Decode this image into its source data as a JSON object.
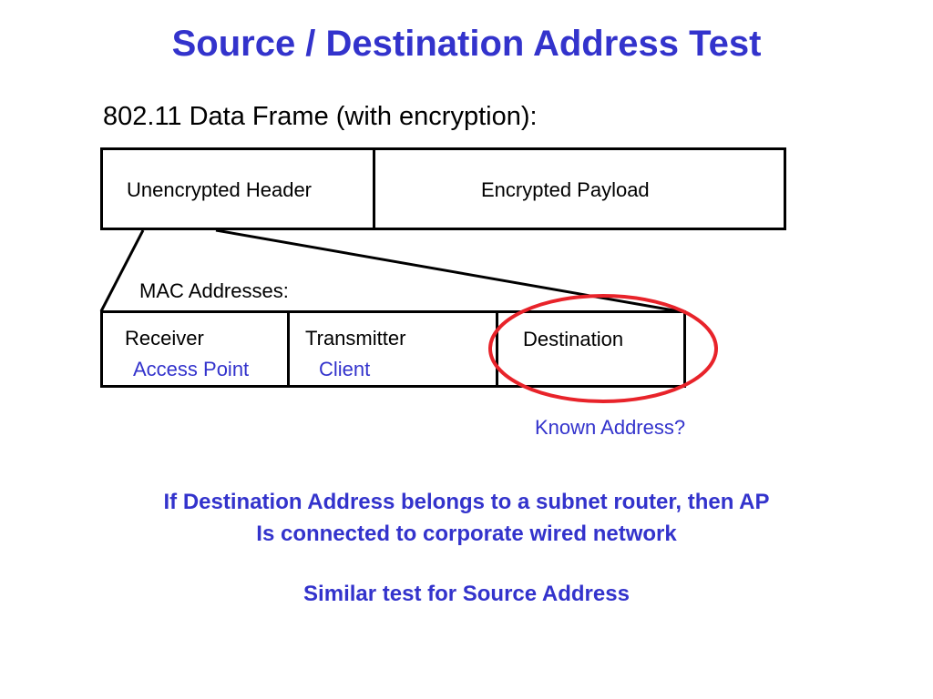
{
  "title": "Source / Destination Address Test",
  "subtitle": "802.11 Data Frame (with encryption):",
  "frame": {
    "header_label": "Unencrypted Header",
    "payload_label": "Encrypted Payload"
  },
  "mac": {
    "heading": "MAC Addresses:",
    "fields": [
      {
        "label": "Receiver",
        "value": "Access Point"
      },
      {
        "label": "Transmitter",
        "value": "Client"
      },
      {
        "label": "Destination"
      }
    ]
  },
  "annotation": "Known Address?",
  "notes": {
    "line1": "If Destination Address belongs to a subnet router, then AP",
    "line2": "Is connected to corporate wired network",
    "line3": "Similar test for Source Address"
  },
  "colors": {
    "title": "#3333cc",
    "highlight_circle": "#e8232a",
    "text": "#000000"
  }
}
